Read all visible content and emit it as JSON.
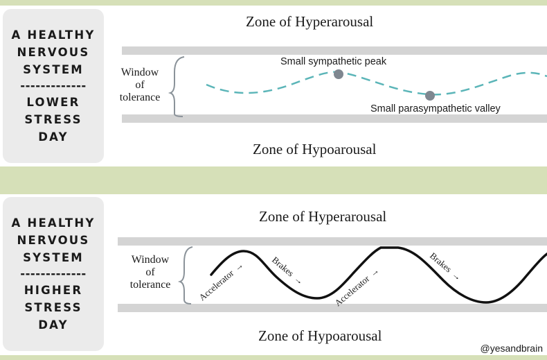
{
  "top": {
    "label_lines": [
      "A HEALTHY",
      "NERVOUS",
      "SYSTEM"
    ],
    "divider": "-------------",
    "condition_lines": [
      "LOWER",
      "STRESS",
      "DAY"
    ],
    "zone_top": "Zone of Hyperarousal",
    "zone_bottom": "Zone of Hypoarousal",
    "window_lines": [
      "Window",
      "of",
      "tolerance"
    ],
    "peak_label": "Small sympathetic peak",
    "valley_label": "Small parasympathetic valley",
    "wave_color": "#5bb5b8"
  },
  "bottom": {
    "label_lines": [
      "A HEALTHY",
      "NERVOUS",
      "SYSTEM"
    ],
    "divider": "-------------",
    "condition_lines": [
      "HIGHER",
      "STRESS",
      "DAY"
    ],
    "zone_top": "Zone of Hyperarousal",
    "zone_bottom": "Zone of Hypoarousal",
    "window_lines": [
      "Window",
      "of",
      "tolerance"
    ],
    "segment_labels": [
      "Accelerator",
      "Brakes",
      "Accelerator",
      "Brakes"
    ],
    "wave_color": "#111111"
  },
  "credit": "@yesandbrain",
  "colors": {
    "background": "#d6e0b8",
    "bar": "#d4d4d4",
    "label_box": "#ebebeb",
    "dot": "#7f8790"
  }
}
